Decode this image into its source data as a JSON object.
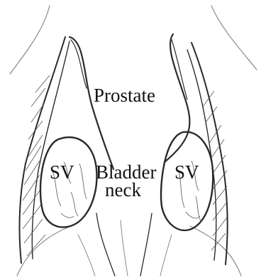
{
  "labels": {
    "prostate": "Prostate",
    "sv_left": "SV",
    "bladder": "Bladder",
    "neck": "neck",
    "sv_right": "SV"
  }
}
